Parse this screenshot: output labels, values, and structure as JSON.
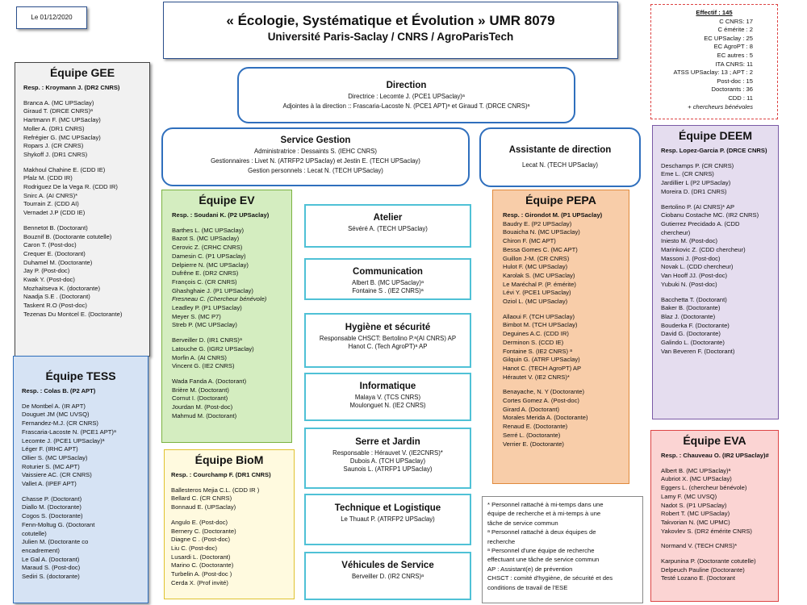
{
  "date": "Le 01/12/2020",
  "header": {
    "title": "« Écologie, Systématique et Évolution » UMR 8079",
    "subtitle": "Université Paris-Saclay / CNRS / AgroParisTech"
  },
  "effectif": [
    "Effectif : 145",
    "C CNRS: 17",
    "C émérite : 2",
    "EC UPSaclay : 25",
    "EC AgroPT : 8",
    "EC autres : 5",
    "ITA CNRS: 11",
    "ATSS UPSaclay: 13 ; APT : 2",
    "Post-doc : 15",
    "Doctorants : 36",
    "CDD : 11",
    "+ chercheurs bénévoles"
  ],
  "direction": {
    "title": "Direction",
    "line1": "Directrice : Lecomte J. (PCE1 UPSaclay)ᵃ",
    "line2": "Adjointes à la direction :: Frascaria-Lacoste N. (PCE1 APT)ᵃ et Giraud T. (DRCE CNRS)ᵃ"
  },
  "service_gestion": {
    "title": "Service Gestion",
    "line1": "Administratrice : Dessaints S. (IEHC CNRS)",
    "line2": "Gestionnaires : Livet N. (ATRFP2 UPSaclay) et Jestin E. (TECH UPSaclay)",
    "line3": "Gestion personnels : Lecat N. (TECH UPSaclay)"
  },
  "assistante": {
    "title": "Assistante de direction",
    "line1": "Lecat N. (TECH UPSaclay)"
  },
  "services": [
    {
      "title": "Atelier",
      "lines": [
        "Sévéré A. (TECH UPSaclay)"
      ]
    },
    {
      "title": "Communication",
      "lines": [
        "Albert B. (MC UPSaclay)ᵃ",
        "Fontaine S . (IE2 CNRS)ᵃ"
      ]
    },
    {
      "title": "Hygiène et sécurité",
      "lines": [
        "Responsable CHSCT: Bertolino P.ᵃ(AI CNRS) AP",
        "Hanot C. (Tech AgroPT)ᵃ AP"
      ]
    },
    {
      "title": "Informatique",
      "lines": [
        "Malaya V. (TCS CNRS)",
        "Moulonguet N. (IE2 CNRS)"
      ]
    },
    {
      "title": "Serre et Jardin",
      "lines": [
        "Responsable : Hérauvet V. (IE2CNRS)*",
        "Dubois A. (TCH UPSaclay)",
        "Saunois L. (ATRFP1 UPSaclay)"
      ]
    },
    {
      "title": "Technique et Logistique",
      "lines": [
        "Le Thuaut P. (ATRFP2 UPSaclay)"
      ]
    },
    {
      "title": "Véhicules de Service",
      "lines": [
        "Berveiller D. (IR2 CNRS)ᵃ"
      ]
    }
  ],
  "teams": {
    "gee": {
      "title": "Équipe GEE",
      "lines": [
        "Resp. : Kroymann J. (DR2 CNRS)",
        "",
        "Branca A. (MC UPSaclay)",
        "Giraud T. (DRCE CNRS)ᵃ",
        "Hartmann F. (MC UPSaclay)",
        "Moller A. (DR1 CNRS)",
        "Refrégier G. (MC UPSaclay)",
        "Ropars J. (CR CNRS)",
        "Shykoff J. (DR1 CNRS)",
        "",
        "Makhoul Chahine E. (CDD IE)",
        "Pfalz M. (CDD IR)",
        "Rodriguez De la Vega R. (CDD IR)",
        "Snirc A. (AI CNRS)*",
        "Tourrain Z. (CDD AI)",
        "Vernadet J.P (CDD IE)",
        "",
        "Bennetot B. (Doctorant)",
        "Bouznif B. (Doctorante cotutelle)",
        "Caron T. (Post-doc)",
        "Crequer E. (Doctorant)",
        "Duhamel M. (Doctorante)",
        "Jay P. (Post-doc)",
        "Kwak Y. (Post-doc)",
        "Mozhaitseva K. (doctorante)",
        "Naadja S.E . (Doctorant)",
        "Taskent R.O (Post-doc)",
        "Tezenas Du Montcel E. (Doctorante)"
      ]
    },
    "tess": {
      "title": "Équipe TESS",
      "lines": [
        "Resp. : Colas B. (P2 APT)",
        "",
        "De Montbel A. (IR APT)",
        "Douguet JM (MC UVSQ)",
        "Fernandez-M.J. (CR CNRS)",
        "Frascaria-Lacoste N. (PCE1 APT)ᵃ",
        "Lecomte J. (PCE1 UPSaclay)ᵃ",
        "Léger F. (IRHC APT)",
        "Ollier S. (MC UPSaclay)",
        "Roturier S. (MC APT)",
        "Vaissiere AC. (CR CNRS)",
        "Vallet A. (IPEF APT)",
        "",
        "Chasse P. (Doctorant)",
        "Diallo M. (Doctorante)",
        "Cogos S. (Doctorante)",
        "Fenn-Moltug G. (Doctorant",
        "cotutelle)",
        "Julien M. (Doctorante co",
        "encadrement)",
        "Le Gal A. (Doctorant)",
        "Maraud S. (Post-doc)",
        "Sediri S. (doctorante)"
      ]
    },
    "ev": {
      "title": "Équipe EV",
      "lines": [
        "Resp. : Soudani K. (P2 UPSaclay)",
        "",
        "Barthes L. (MC UPSaclay)",
        "Bazot S. (MC UPSaclay)",
        "Cerovic Z. (CRHC CNRS)",
        "Damesin C. (P1 UPSaclay)",
        "Delpierre N. (MC UPSaclay)",
        "Dufrêne E. (DR2 CNRS)",
        "François C. (CR CNRS)",
        "Ghashghaie J. (P1 UPSaclay)",
        "Fresneau C. (Chercheur bénévole)",
        "Leadley P. (P1 UPSaclay)",
        "Meyer S. (MC P7)",
        "Streb P. (MC UPSaclay)",
        "",
        "Berveiller D. (IR1 CNRS)ᵃ",
        "Latouche G. (IGR2 UPSaclay)",
        "Morfin A. (AI CNRS)",
        "Vincent G. (IE2 CNRS)",
        "",
        "Wada Fanda A. (Doctorant)",
        "Brière M. (Doctorant)",
        "Cornut I. (Doctorant)",
        "Jourdan M. (Post-doc)",
        "Mahmud M. (Doctorant)"
      ]
    },
    "biom": {
      "title": "Équipe BioM",
      "lines": [
        "Resp. : Courchamp F. (DR1 CNRS)",
        "",
        "Ballesteros Mejia C.L. (CDD IR )",
        "Bellard C. (CR CNRS)",
        "Bonnaud E. (UPSaclay)",
        "",
        "Angulo E. (Post-doc)",
        "Bernery C. (Doctorante)",
        "Diagne C . (Post-doc)",
        "Liu C. (Post-doc)",
        "Lusardi L. (Doctorant)",
        "Marino C. (Doctorante)",
        "Turbelin A. (Post-doc )",
        "Cerda X. (Prof invité)"
      ]
    },
    "pepa": {
      "title": "Équipe PEPA",
      "lines": [
        "Resp. : Girondot M. (P1 UPSaclay)",
        "Baudry E. (P2 UPSaclay)",
        "Bouaicha N. (MC UPSaclay)",
        "Chiron F. (MC APT)",
        "Bessa Gomes C. (MC APT)",
        "Guillon J-M. (CR CNRS)",
        "Hulot F. (MC UPSaclay)",
        "Karolak S. (MC UPSaclay)",
        "Le Maréchal P. (P. émérite)",
        "Lévi Y. (PCE1 UPSaclay)",
        "Oziol L. (MC UPSaclay)",
        "",
        "Allaoui F. (TCH UPSaclay)",
        "Bimbot M. (TCH UPSaclay)",
        "Deguines A.C. (CDD IR)",
        "Derminon S. (CCD IE)",
        "Fontaine S. (IE2 CNRS) ᵃ",
        "Gilquin G. (ATRF UPSaclay)",
        "Hanot C. (TECH AgroPT) AP",
        "Hérautet V. (IE2 CNRS)*",
        "",
        "Benayache, N. Y (Doctorante)",
        "Cortes Gomez A. (Post-doc)",
        "Girard A. (Doctorant)",
        "Morales Merida A. (Doctorante)",
        "Renaud E. (Doctorante)",
        "Serré L. (Doctorante)",
        "Verrier E. (Doctorante)"
      ]
    },
    "deem": {
      "title": "Équipe DEEM",
      "lines": [
        "Resp. Lopez-Garcia P. (DRCE CNRS)",
        "",
        "Deschamps P. (CR CNRS)",
        "Eme L. (CR CNRS)",
        "Jardillier L (P2 UPSaclay)",
        "Moreira D. (DR1 CNRS)",
        "",
        "Bertolino P. (AI CNRS)* AP",
        "Ciobanu Costache MC. (IR2 CNRS)",
        "Gutierrez Precidado A. (CDD",
        "chercheur)",
        "Iniesto M. (Post-doc)",
        "Marinkovic Z. (CDD chercheur)",
        "Massoni J. (Post-doc)",
        "Novak L. (CDD chercheur)",
        "Van Hooff JJ. (Post-doc)",
        "Yubuki N. (Post-doc)",
        "",
        "Bacchetta T. (Doctorant)",
        "Baker B. (Doctorante)",
        "Blaz J. (Doctorante)",
        "Bouderka F. (Doctorante)",
        "David G. (Doctorante)",
        "Galindo L. (Doctorante)",
        "Van Beveren F. (Doctorant)"
      ]
    },
    "eva": {
      "title": "Équipe EVA",
      "lines": [
        "Resp. : Chauveau O. (IR2 UPSaclay)#",
        "",
        "Albert B. (MC UPSaclay)ᵃ",
        "Aubriot X. (MC UPSaclay)",
        "Eggers L. (chercheur bénévole)",
        "Lamy F. (MC UVSQ)",
        "Nadot S. (P1 UPSaclay)",
        "Robert T. (MC UPSaclay)",
        "Takvorian N. (MC UPMC)",
        "Yakovlev S. (DR2 émérite CNRS)",
        "",
        "Normand V. (TECH CNRS)*",
        "",
        "Karpunina P. (Doctorante cotutelle)",
        "Delpeuch Pauline (Doctorante)",
        "Testé Lozano E. (Doctorant"
      ]
    }
  },
  "legend": [
    "* Personnel rattaché à mi-temps dans une",
    "équipe de recherche et à mi-temps à une",
    "tâche de service commun",
    "ᵃ Personnel rattaché à deux équipes de",
    "recherche",
    "ᵃ Personnel d'une équipe de recherche",
    "effectuant une tâche de service commun",
    "AP : Assistant(e) de prévention",
    "CHSCT : comité d'hygiène, de sécurité et des",
    "conditions de travail de l'ESE"
  ]
}
